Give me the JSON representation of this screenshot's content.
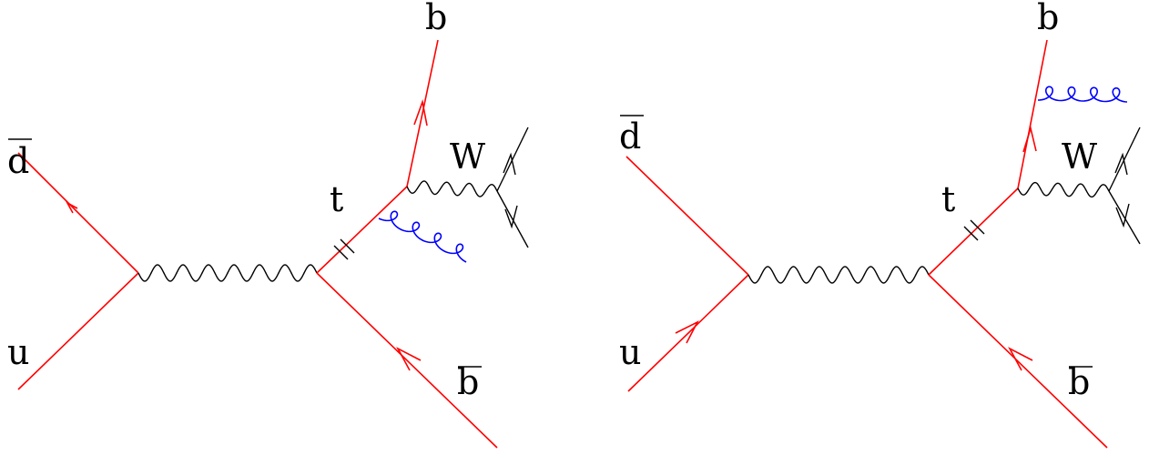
{
  "colors": {
    "fermion": "#ff0000",
    "boson": "#000000",
    "gluon": "#0000ff",
    "background": "#ffffff"
  },
  "diagrams": [
    {
      "id": "left",
      "particles": {
        "dbar": "d",
        "u": "u",
        "t": "t",
        "b": "b",
        "W": "W",
        "bbar": "b"
      },
      "gluon_attached_to": "t"
    },
    {
      "id": "right",
      "particles": {
        "dbar": "d",
        "u": "u",
        "t": "t",
        "b": "b",
        "W": "W",
        "bbar": "b"
      },
      "gluon_attached_to": "b"
    }
  ]
}
